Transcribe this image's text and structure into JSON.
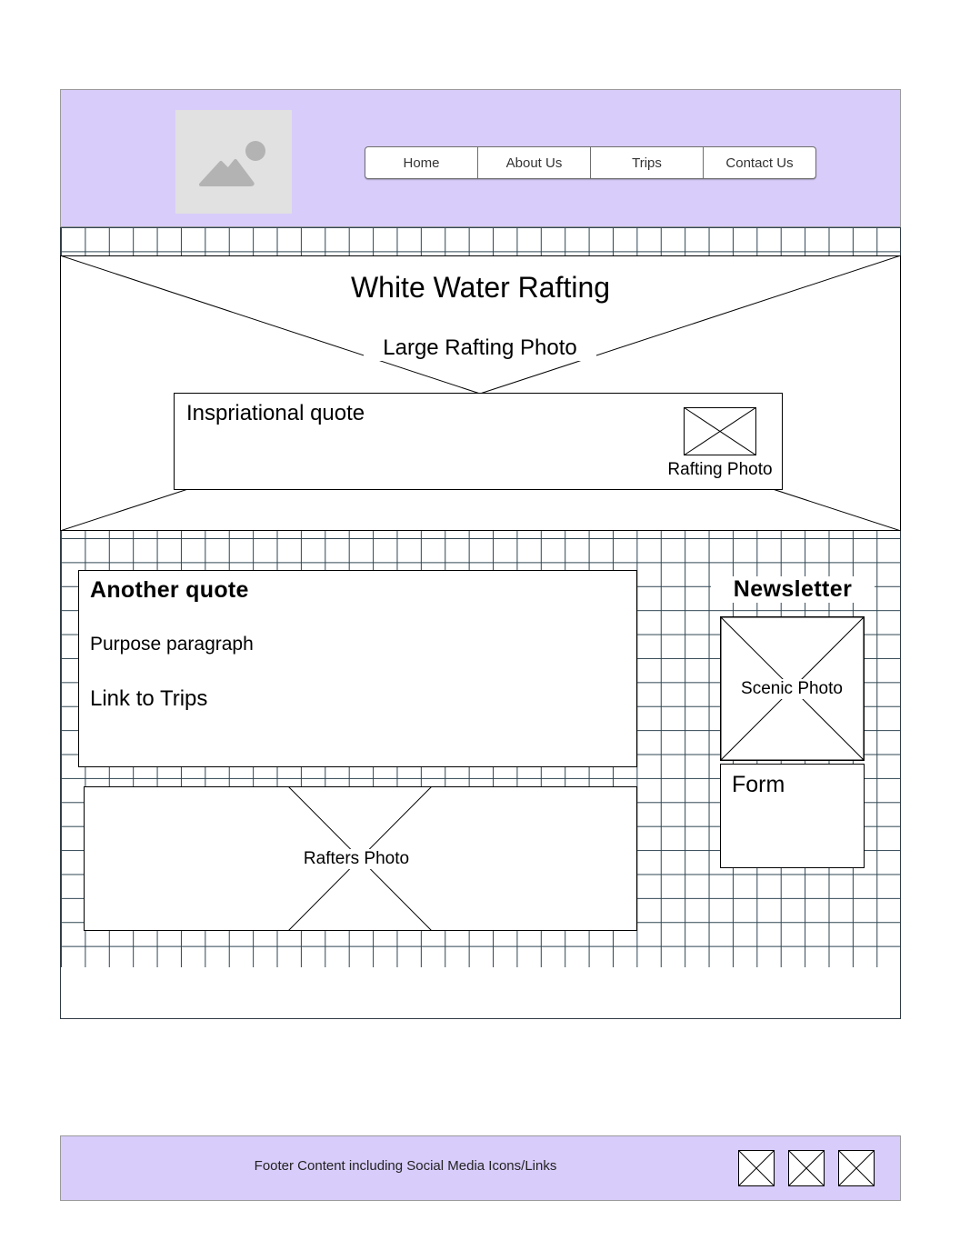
{
  "header": {
    "logo_icon": "image-placeholder-icon",
    "nav": [
      "Home",
      "About Us",
      "Trips",
      "Contact Us"
    ]
  },
  "hero": {
    "title": "White Water Rafting",
    "photo_caption": "Large Rafting Photo",
    "quote": "Inspriational quote",
    "small_photo_caption": "Rafting Photo"
  },
  "main": {
    "quote_heading": "Another quote",
    "purpose": "Purpose paragraph",
    "link": "Link to Trips",
    "rafters_caption": "Rafters Photo"
  },
  "sidebar": {
    "newsletter_title": "Newsletter",
    "scenic_caption": "Scenic Photo",
    "form_label": "Form"
  },
  "footer": {
    "text": "Footer Content including Social Media Icons/Links",
    "social_icons": [
      "social-media-icon",
      "social-media-icon",
      "social-media-icon"
    ]
  },
  "colors": {
    "header_bg": "#d8ccfa",
    "grid_line": "#2f4552",
    "logo_bg": "#e1e1e1"
  }
}
